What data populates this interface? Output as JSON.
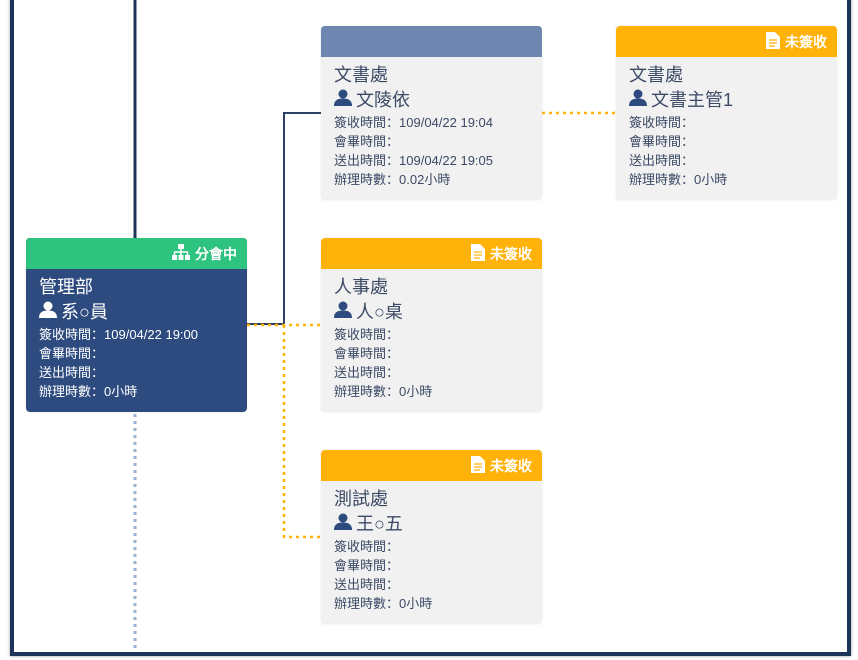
{
  "labels": {
    "sign_time": "簽收時間：",
    "meeting_time": "會畢時間：",
    "send_time": "送出時間：",
    "hours": "辦理時數："
  },
  "colors": {
    "navy": "#2e4b80",
    "green": "#2ec47f",
    "orange": "#ffb20a",
    "slate": "#6e86b0"
  },
  "cards": [
    {
      "status": "分會中",
      "status_icon": "sitemap-icon",
      "dept": "管理部",
      "person": "系○員",
      "sign": "109/04/22 19:00",
      "meeting": "",
      "send": "",
      "hours": "0小時"
    },
    {
      "status": "",
      "dept": "文書處",
      "person": "文陵依",
      "sign": "109/04/22 19:04",
      "meeting": "",
      "send": "109/04/22 19:05",
      "hours": "0.02小時"
    },
    {
      "status": "未簽收",
      "status_icon": "document-icon",
      "dept": "文書處",
      "person": "文書主管1",
      "sign": "",
      "meeting": "",
      "send": "",
      "hours": "0小時"
    },
    {
      "status": "未簽收",
      "status_icon": "document-icon",
      "dept": "人事處",
      "person": "人○桌",
      "sign": "",
      "meeting": "",
      "send": "",
      "hours": "0小時"
    },
    {
      "status": "未簽收",
      "status_icon": "document-icon",
      "dept": "測試處",
      "person": "王○五",
      "sign": "",
      "meeting": "",
      "send": "",
      "hours": "0小時"
    }
  ]
}
